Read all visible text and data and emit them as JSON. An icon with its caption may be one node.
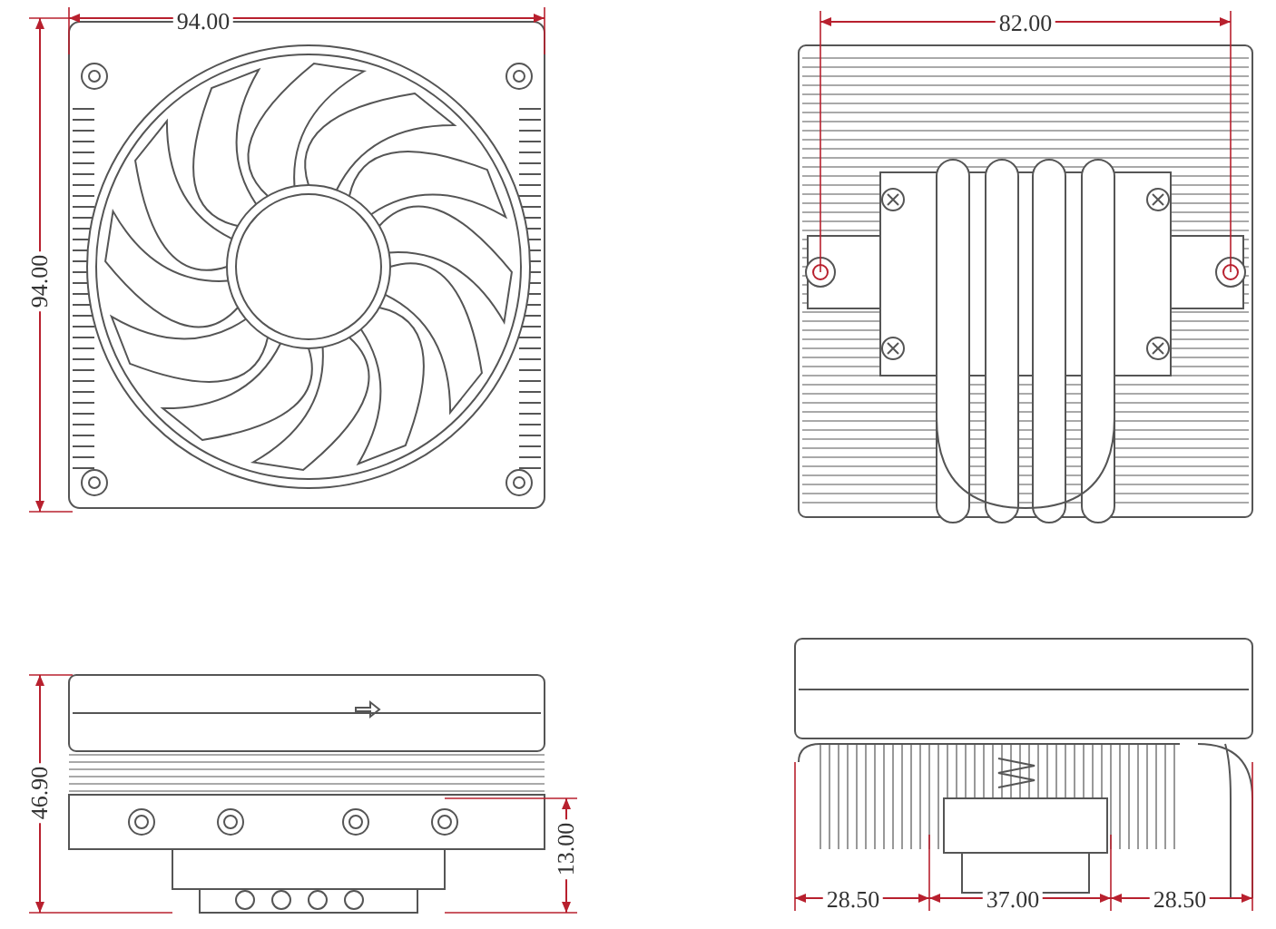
{
  "diagram": {
    "labels": [
      "94.00",
      "94.00",
      "82.00",
      "46.90",
      "13.00",
      "28.50",
      "37.00",
      "28.50"
    ]
  }
}
